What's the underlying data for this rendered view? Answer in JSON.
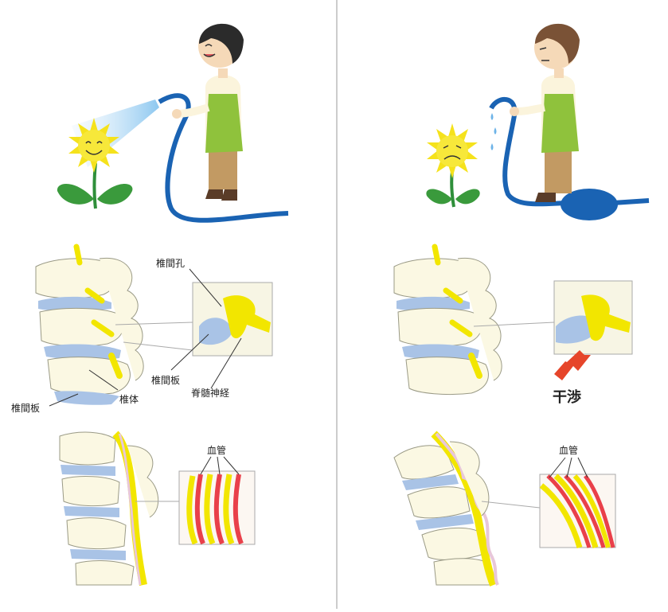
{
  "labels": {
    "foramen": "椎間孔",
    "disc_right": "椎間板",
    "disc_left": "椎間板",
    "body": "椎体",
    "nerve": "脊髄神経",
    "impingement": "干渉",
    "vessels_left": "血管",
    "vessels_right": "血管"
  },
  "colors": {
    "bone": "#fbf8e3",
    "bone_outline": "#9a9a86",
    "disc": "#a9c3e6",
    "nerve": "#f2e600",
    "vessel": "#e9404a",
    "hose": "#1a63b3",
    "apron": "#8fc23c",
    "arrow": "#e6452a"
  },
  "icons": [
    "gardener-happy",
    "gardener-worried",
    "sunflower-happy",
    "sunflower-wilted",
    "water-spray",
    "water-drops",
    "hose-kinked",
    "warning-arrow-icon"
  ]
}
